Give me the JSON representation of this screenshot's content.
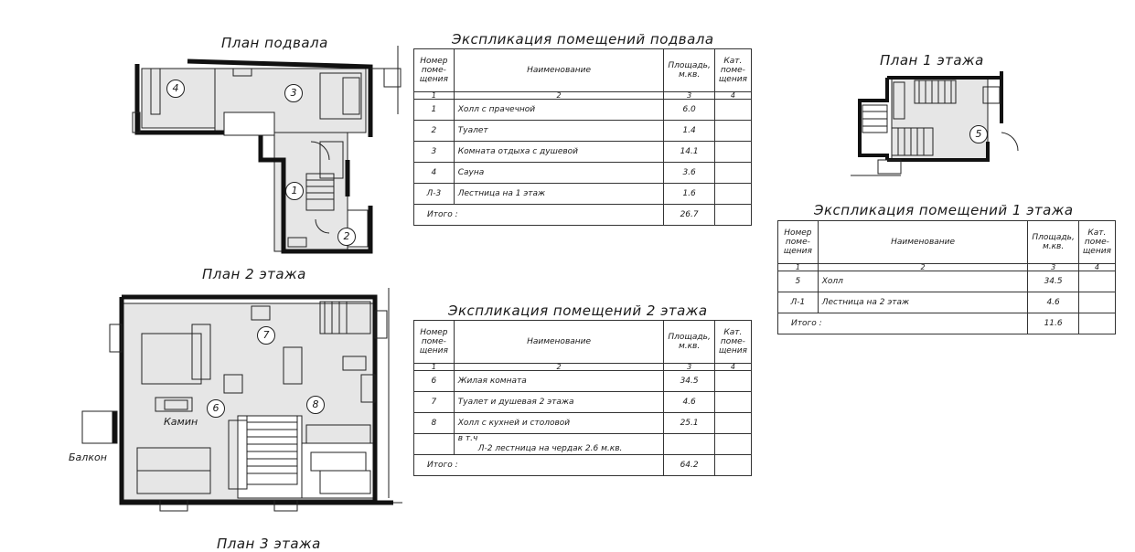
{
  "titles": {
    "basement_plan": "План подвала",
    "floor1_plan": "План 1 этажа",
    "floor2_plan": "План 2 этажа",
    "floor3_plan": "План 3 этажа",
    "basement_table": "Экспликация помещений подвала",
    "floor1_table": "Экспликация помещений 1 этажа",
    "floor2_table": "Экспликация помещений 2 этажа"
  },
  "plan_labels": {
    "fireplace": "Камин",
    "balcony": "Балкон"
  },
  "room_numbers": {
    "r1": "1",
    "r2": "2",
    "r3": "3",
    "r4": "4",
    "r5": "5",
    "r6": "6",
    "r7": "7",
    "r8": "8"
  },
  "table_headers": {
    "number": "Номер\nпоме-\nщения",
    "name": "Наименование",
    "area": "Площадь,\nм.кв.",
    "category": "Кат.\nпоме-\nщения",
    "col_idx": [
      "1",
      "2",
      "3",
      "4"
    ]
  },
  "basement_rows": [
    {
      "num": "1",
      "name": "Холл с прачечной",
      "area": "6.0"
    },
    {
      "num": "2",
      "name": "Туалет",
      "area": "1.4"
    },
    {
      "num": "3",
      "name": "Комната отдыха с душевой",
      "area": "14.1"
    },
    {
      "num": "4",
      "name": "Сауна",
      "area": "3.6"
    },
    {
      "num": "Л-3",
      "name": "Лестница на 1 этаж",
      "area": "1.6"
    }
  ],
  "basement_total": {
    "label": "Итого :",
    "area": "26.7"
  },
  "floor1_rows": [
    {
      "num": "5",
      "name": "Холл",
      "area": "34.5"
    },
    {
      "num": "Л-1",
      "name": "Лестница на 2 этаж",
      "area": "4.6"
    }
  ],
  "floor1_total": {
    "label": "Итого :",
    "area": "11.6"
  },
  "floor2_rows": [
    {
      "num": "6",
      "name": "Жилая комната",
      "area": "34.5"
    },
    {
      "num": "7",
      "name": "Туалет и душевая 2 этажа",
      "area": "4.6"
    },
    {
      "num": "8",
      "name": "Холл с кухней и столовой",
      "area": "25.1"
    }
  ],
  "floor2_note": {
    "line1": "в т.ч",
    "line2": "Л-2 лестница на чердак 2.6 м.кв."
  },
  "floor2_total": {
    "label": "Итого :",
    "area": "64.2"
  }
}
